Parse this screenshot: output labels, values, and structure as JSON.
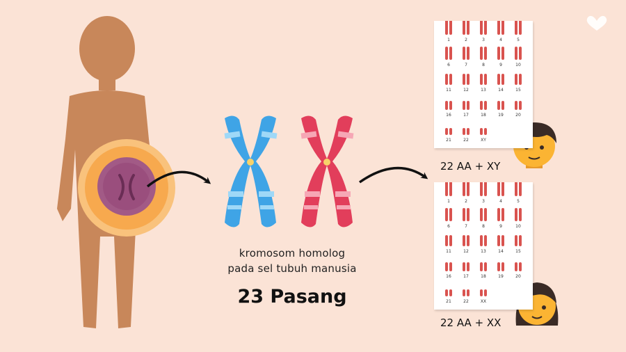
{
  "caption": {
    "line1": "kromosom homolog",
    "line2": "pada sel tubuh manusia",
    "count": "23 Pasang"
  },
  "karyotype_male": {
    "formula": "22 AA + XY",
    "rows": [
      [
        "1",
        "2",
        "3",
        "4",
        "5"
      ],
      [
        "6",
        "7",
        "8",
        "9",
        "10"
      ],
      [
        "11",
        "12",
        "13",
        "14",
        "15"
      ],
      [
        "16",
        "17",
        "18",
        "19",
        "20"
      ],
      [
        "21",
        "22",
        "XY"
      ]
    ]
  },
  "karyotype_female": {
    "formula": "22 AA + XX",
    "rows": [
      [
        "1",
        "2",
        "3",
        "4",
        "5"
      ],
      [
        "6",
        "7",
        "8",
        "9",
        "10"
      ],
      [
        "11",
        "12",
        "13",
        "14",
        "15"
      ],
      [
        "16",
        "17",
        "18",
        "19",
        "20"
      ],
      [
        "21",
        "22",
        "XX"
      ]
    ]
  },
  "colors": {
    "background": "#fbe3d6",
    "body": "#c8875a",
    "cell_outer": "#f9b266",
    "nucleus": "#a25a86",
    "chromosome_blue": "#3fa4e6",
    "chromosome_red": "#e23e5b",
    "karyotype_red": "#d9534f"
  }
}
